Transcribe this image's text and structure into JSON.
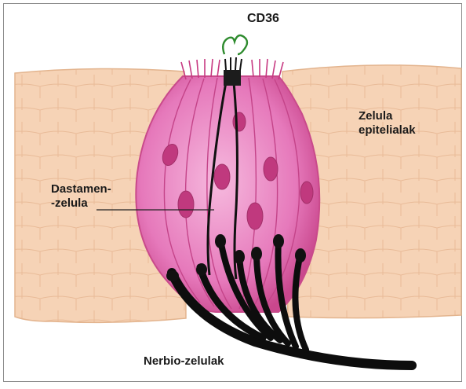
{
  "labels": {
    "receptor": "CD36",
    "epithelial": [
      "Zelula",
      "epitelialak"
    ],
    "gustatory": [
      "Dastamen-",
      "-zelula"
    ],
    "nerve": "Nerbio-zelulak"
  },
  "colors": {
    "epithelium": "#f6d3b6",
    "epithelium_line": "#e7b690",
    "bud_fill": "#ea7fbf",
    "bud_cell": "#f2a8d6",
    "bud_outline": "#d14c8d",
    "nucleus": "#c0397e",
    "nerve": "#111111",
    "receptor": "#2e8b2e"
  }
}
